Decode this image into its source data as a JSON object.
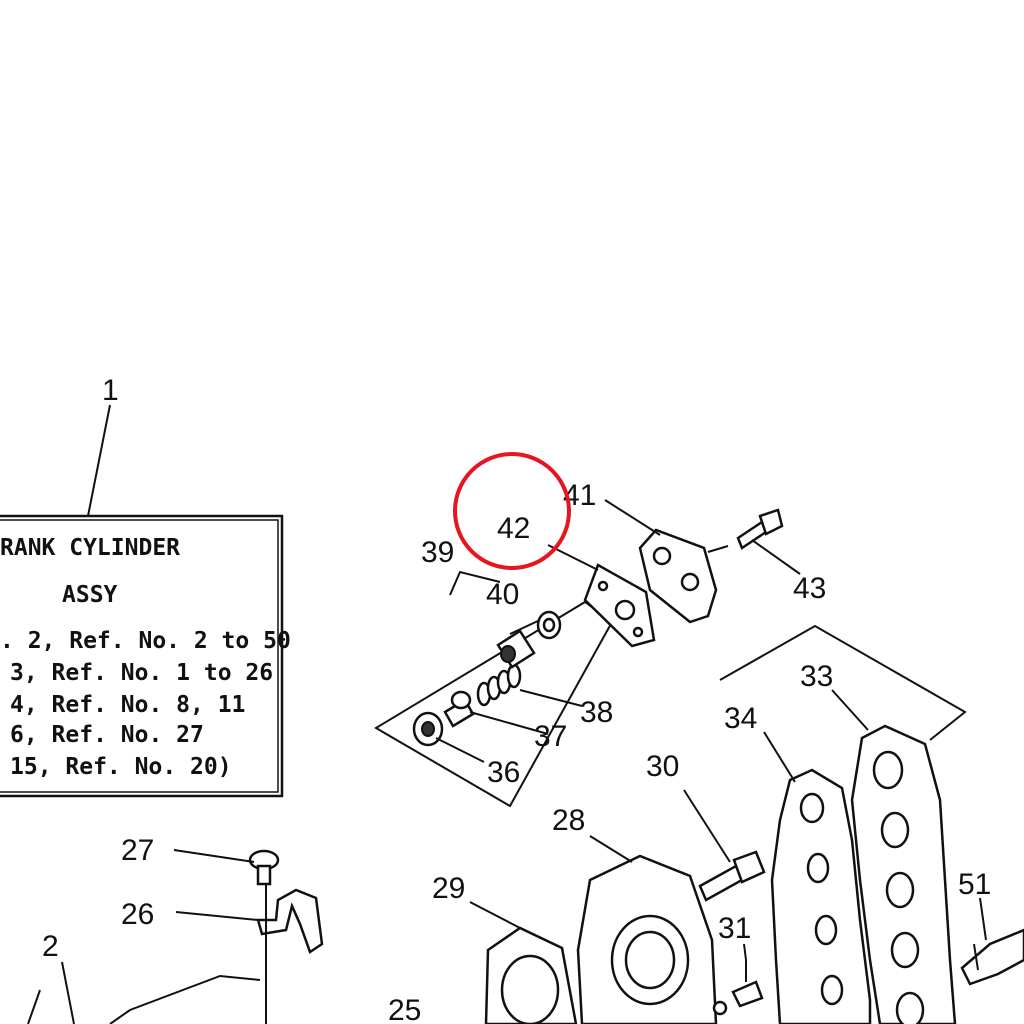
{
  "assembly_label": {
    "line1": "RANK CYLINDER",
    "line2": "ASSY",
    "line3": ". 2, Ref. No. 2 to 50",
    "line4": "3, Ref. No. 1 to 26",
    "line5": "4, Ref. No. 8, 11",
    "line6": "6, Ref. No. 27",
    "line7": "15, Ref. No. 20)"
  },
  "callouts": {
    "c1": "1",
    "c2": "2",
    "c25": "25",
    "c26": "26",
    "c27": "27",
    "c28": "28",
    "c29": "29",
    "c30": "30",
    "c31": "31",
    "c33": "33",
    "c34": "34",
    "c36": "36",
    "c37": "37",
    "c38": "38",
    "c39": "39",
    "c40": "40",
    "c41": "41",
    "c42": "42",
    "c43": "43",
    "c51": "51"
  },
  "highlight": {
    "color": "#e8141e",
    "target_callout": "42"
  },
  "colors": {
    "ink": "#111111",
    "background": "#ffffff"
  }
}
